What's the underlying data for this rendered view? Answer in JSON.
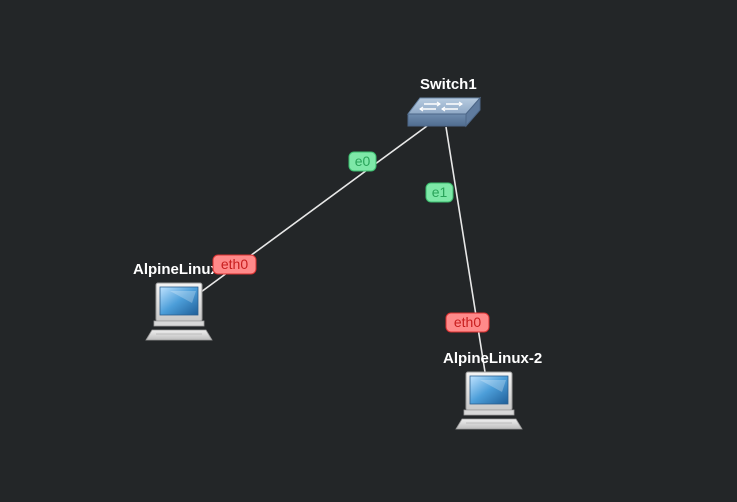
{
  "topology": {
    "nodes": {
      "switch": {
        "label": "Switch1",
        "icon": "ethernet-switch-icon"
      },
      "host1": {
        "label": "AlpineLinux-1",
        "icon": "computer-icon"
      },
      "host2": {
        "label": "AlpineLinux-2",
        "icon": "computer-icon"
      }
    },
    "links": {
      "link1": {
        "switch_port": "e0",
        "host_port": "eth0"
      },
      "link2": {
        "switch_port": "e1",
        "host_port": "eth0"
      }
    }
  },
  "colors": {
    "background": "#232628",
    "link": "#e8e8e8",
    "switch_port": "#7ee8a8",
    "host_port": "#ff8a8a"
  }
}
